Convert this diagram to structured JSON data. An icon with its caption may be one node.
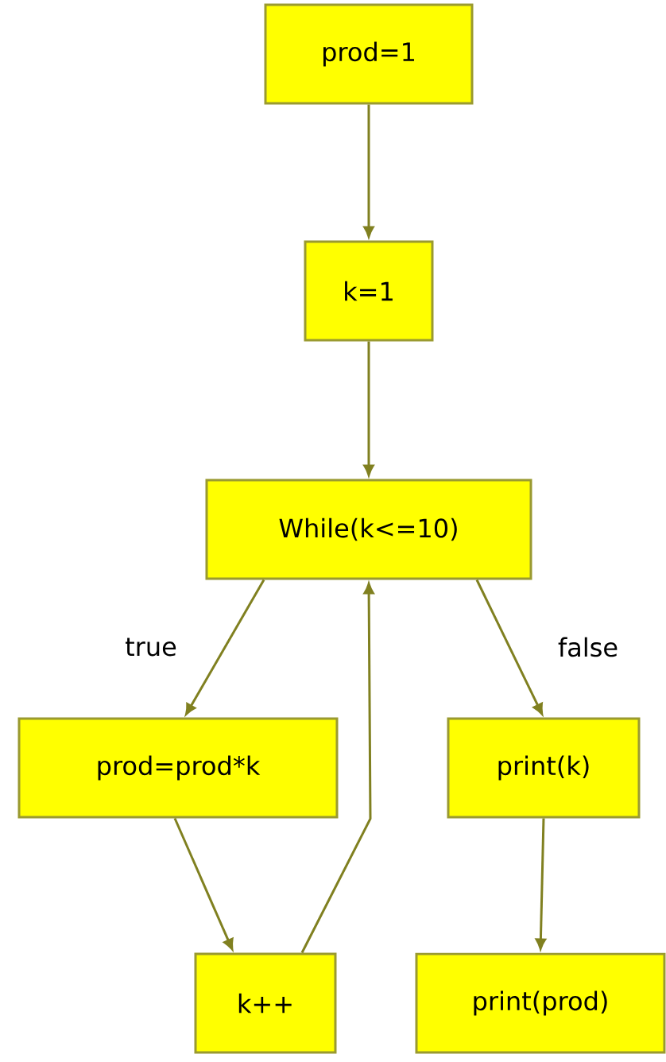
{
  "diagram": {
    "nodes": [
      {
        "text": [
          "prod=1"
        ]
      },
      {
        "text": [
          "k=1"
        ]
      },
      {
        "text": [
          "While(k<=10)"
        ]
      },
      {
        "text": [
          "prod=prod*k"
        ]
      },
      {
        "text": [
          "print(k)"
        ]
      },
      {
        "text": [
          "k++"
        ]
      },
      {
        "text": [
          "print(prod)"
        ]
      }
    ],
    "edges": [
      {
        "from": 0,
        "to": 1,
        "arrow": "to"
      },
      {
        "from": 1,
        "to": 2,
        "arrow": "to"
      },
      {
        "from": 2,
        "to": 3,
        "arrow": "to",
        "label": "true"
      },
      {
        "from": 2,
        "to": 4,
        "arrow": "to",
        "label": "false"
      },
      {
        "from": 3,
        "to": 5,
        "arrow": "to"
      },
      {
        "from": 5,
        "to": 2,
        "arrow": "to"
      },
      {
        "from": 4,
        "to": 6,
        "arrow": "to"
      }
    ]
  }
}
